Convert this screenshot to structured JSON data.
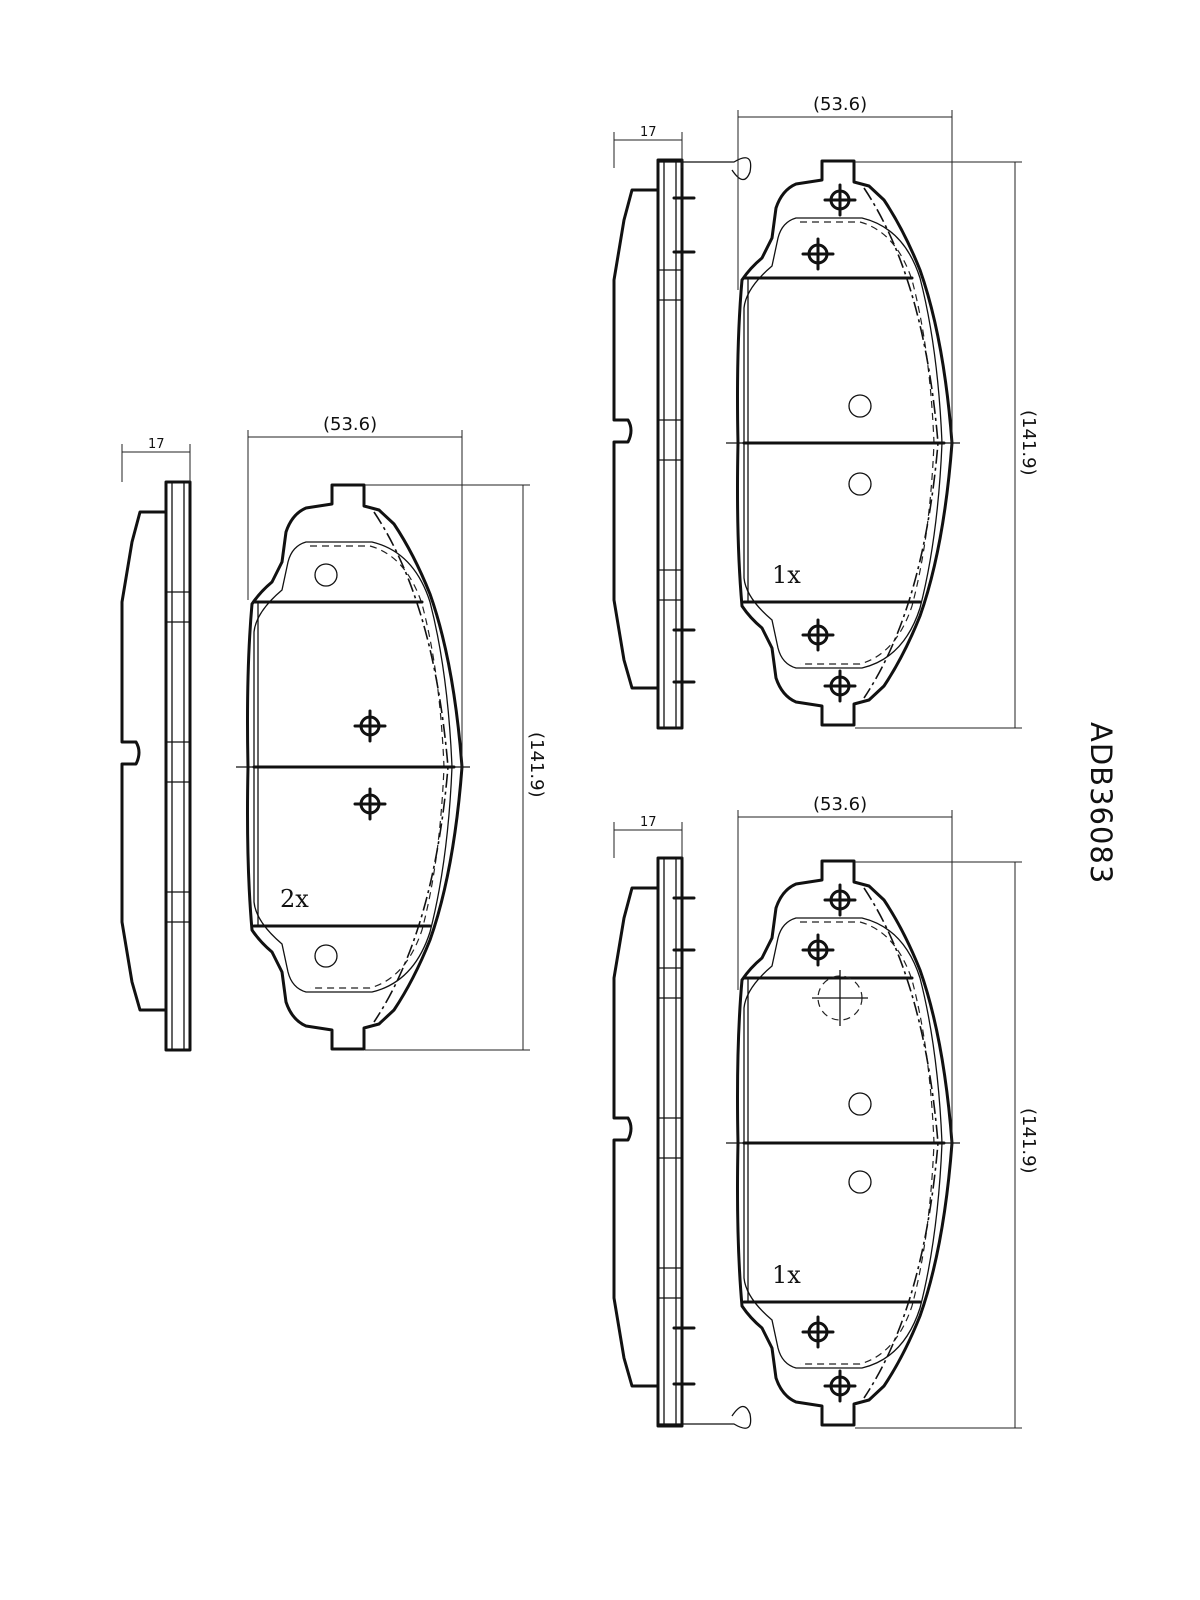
{
  "drawing": {
    "part_number": "ADB36083",
    "views": [
      {
        "id": "left",
        "quantity_label": "2x",
        "thickness_label": "17",
        "width_label": "(53.6)",
        "height_label": "(141.9)"
      },
      {
        "id": "top-right",
        "quantity_label": "1x",
        "thickness_label": "17",
        "width_label": "(53.6)",
        "height_label": "(141.9)"
      },
      {
        "id": "bottom-right",
        "quantity_label": "1x",
        "thickness_label": "17",
        "width_label": "(53.6)",
        "height_label": "(141.9)"
      }
    ]
  }
}
